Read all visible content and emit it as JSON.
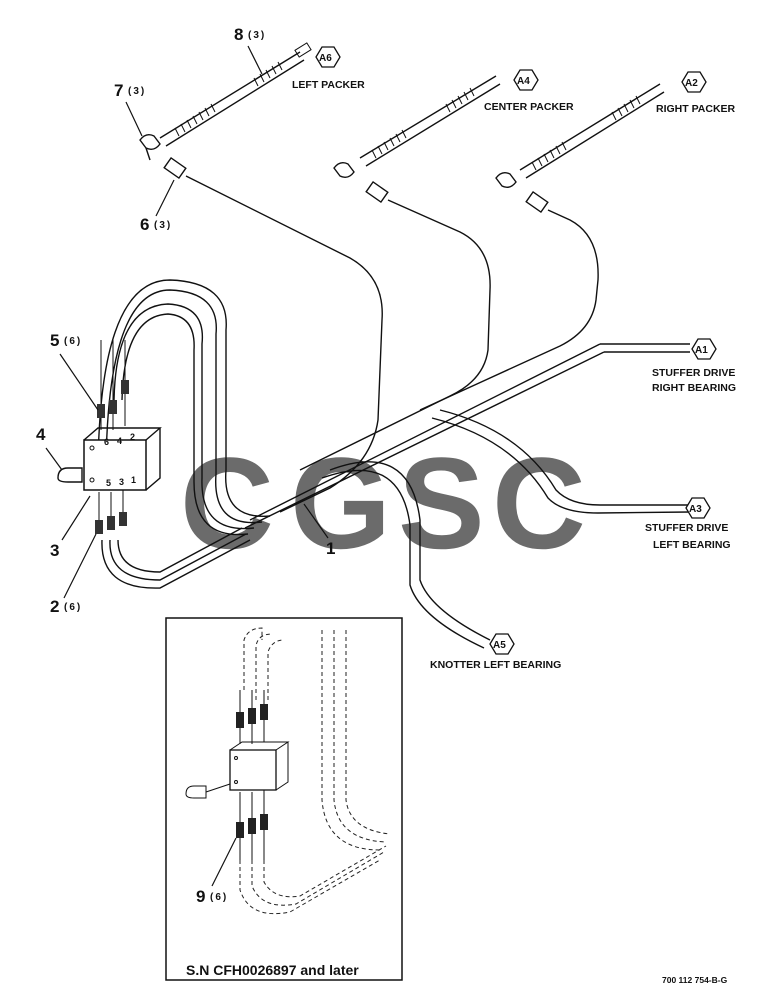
{
  "callouts": {
    "c8": {
      "num": "8",
      "qty": "(3)"
    },
    "c7": {
      "num": "7",
      "qty": "(3)"
    },
    "c6": {
      "num": "6",
      "qty": "(3)"
    },
    "c5": {
      "num": "5",
      "qty": "(6)"
    },
    "c4": {
      "num": "4"
    },
    "c3": {
      "num": "3"
    },
    "c2": {
      "num": "2",
      "qty": "(6)"
    },
    "c1": {
      "num": "1"
    },
    "c9": {
      "num": "9",
      "qty": "(6)"
    }
  },
  "points": {
    "a6": {
      "tag": "A6",
      "label": "LEFT PACKER"
    },
    "a4": {
      "tag": "A4",
      "label": "CENTER PACKER"
    },
    "a2": {
      "tag": "A2",
      "label": "RIGHT PACKER"
    },
    "a1": {
      "tag": "A1",
      "line1": "STUFFER DRIVE",
      "line2": "RIGHT BEARING"
    },
    "a3": {
      "tag": "A3",
      "line1": "STUFFER DRIVE",
      "line2": "LEFT BEARING"
    },
    "a5": {
      "tag": "A5",
      "label": "KNOTTER LEFT BEARING"
    }
  },
  "block": {
    "top_ports": [
      "6",
      "4",
      "2"
    ],
    "bottom_ports": [
      "5",
      "3",
      "1"
    ]
  },
  "inset": {
    "caption": "S.N CFH0026897 and later"
  },
  "drawing_number": "700 112 754-B-G",
  "watermark": {
    "letters": [
      "C",
      "G",
      "S",
      "C"
    ],
    "colors": [
      "#3b82f6",
      "#ef4444",
      "#facc15",
      "#16a34a"
    ]
  }
}
